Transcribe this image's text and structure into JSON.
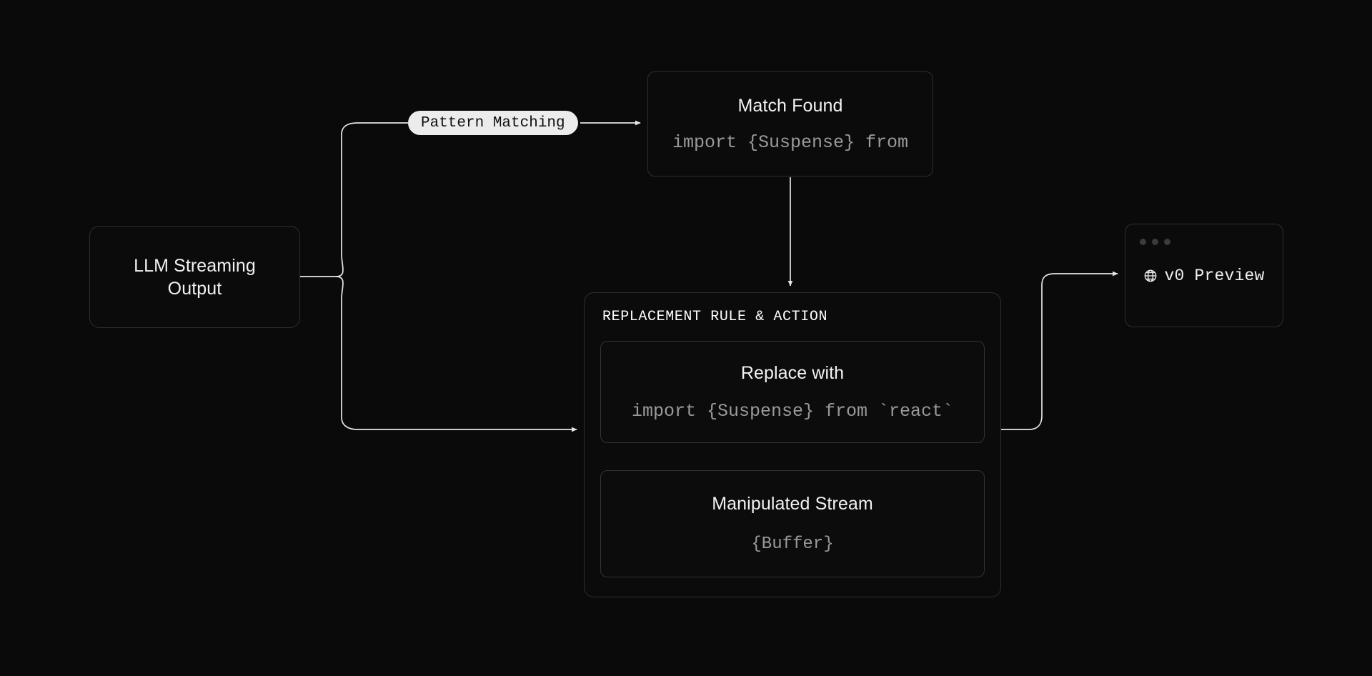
{
  "canvas": {
    "background_color": "#0a0a0a",
    "node_border_color": "#2e2e2e",
    "edge_color": "#e6e6e6",
    "code_text_color": "#9a9a9a"
  },
  "nodes": {
    "source": {
      "title": "LLM Streaming Output"
    },
    "match": {
      "title": "Match Found",
      "code": "import {Suspense} from"
    },
    "replacement": {
      "section_label": "REPLACEMENT RULE & ACTION",
      "cards": [
        {
          "title": "Replace with",
          "code": "import {Suspense} from `react`"
        },
        {
          "title": "Manipulated Stream",
          "code": "{Buffer}"
        }
      ]
    },
    "preview": {
      "label": "v0 Preview",
      "icon": "globe-icon",
      "window_dots": 3
    }
  },
  "edges": [
    {
      "id": "source-to-pattern",
      "from": "source",
      "to": "match",
      "label": "Pattern Matching",
      "style": "solid",
      "arrow": true
    },
    {
      "id": "source-to-replacement",
      "from": "source",
      "to": "replacement",
      "label": "",
      "style": "solid",
      "arrow": true
    },
    {
      "id": "match-to-replacement",
      "from": "match",
      "to": "replacement",
      "label": "",
      "style": "solid",
      "arrow": true
    },
    {
      "id": "replace-to-stream",
      "from": "replace-card",
      "to": "stream-card",
      "label": "",
      "style": "dotted",
      "arrow": true
    },
    {
      "id": "replacement-to-preview",
      "from": "replacement",
      "to": "preview",
      "label": "",
      "style": "solid",
      "arrow": true
    }
  ]
}
